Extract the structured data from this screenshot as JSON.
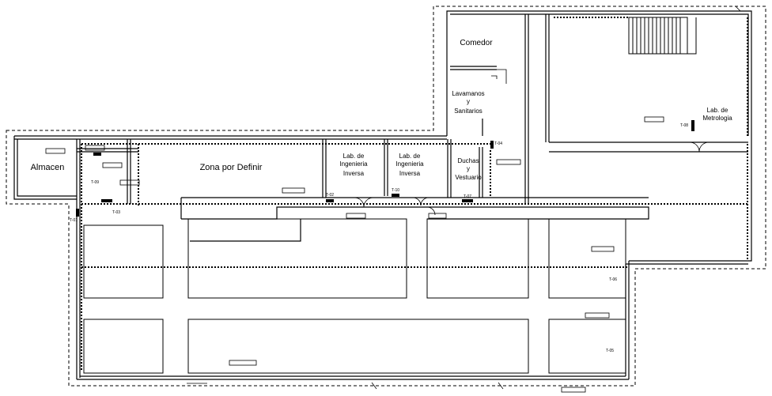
{
  "rooms": {
    "almacen": "Almacen",
    "zona": "Zona por Definir",
    "comedor": "Comedor",
    "lavamanos_1": "Lavamanos",
    "lavamanos_2": "y",
    "lavamanos_3": "Sanitarios",
    "lab_inv_a_1": "Lab. de",
    "lab_inv_a_2": "Ingenieria",
    "lab_inv_a_3": "Inversa",
    "lab_inv_b_1": "Lab. de",
    "lab_inv_b_2": "Ingenieria",
    "lab_inv_b_3": "Inversa",
    "duchas_1": "Duchas",
    "duchas_2": "y",
    "duchas_3": "Vestuario",
    "metrologia_1": "Lab. de",
    "metrologia_2": "Metrologia"
  },
  "tags": {
    "t01": "T-01",
    "t02": "T-02",
    "t03": "T-03",
    "t04": "T-04",
    "t05": "T-05",
    "t06": "T-06",
    "t07": "T-07",
    "t08": "T-08",
    "t09": "T-09",
    "t10": "T-10"
  },
  "colors": {
    "line": "#000000",
    "background": "#ffffff"
  }
}
